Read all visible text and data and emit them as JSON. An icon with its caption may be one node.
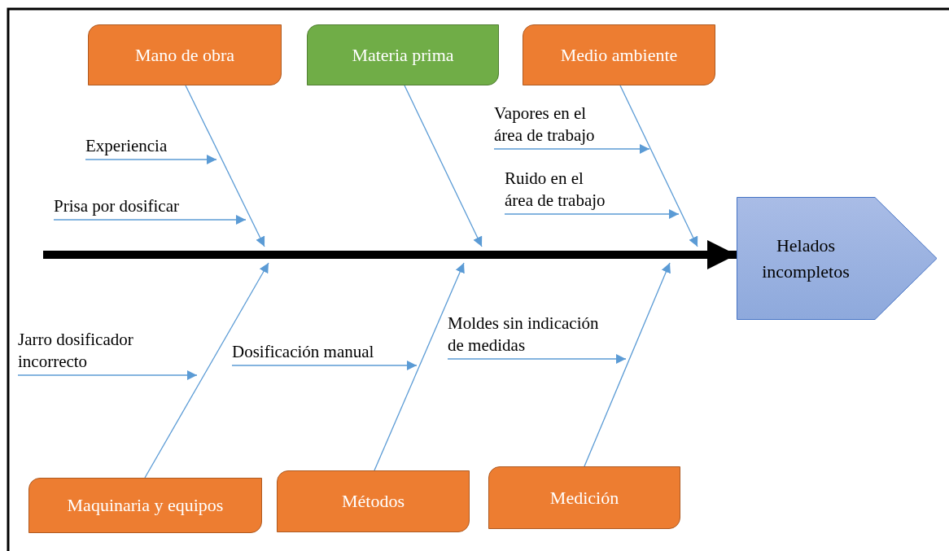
{
  "diagram": {
    "nodes": [
      {
        "text": [
          "Mano de obra"
        ]
      },
      {
        "text": [
          "Materia prima"
        ]
      },
      {
        "text": [
          "Medio ambiente"
        ]
      },
      {
        "text": [
          "Vapores en el área de trabajo"
        ]
      },
      {
        "text": [
          "Experiencia"
        ]
      },
      {
        "text": [
          "Ruido en el área de trabajo"
        ]
      },
      {
        "text": [
          "Prisa por dosificar"
        ]
      },
      {
        "text": [
          "Helados incompletos"
        ]
      },
      {
        "text": [
          "Moldes sin indicación de medidas"
        ]
      },
      {
        "text": [
          "Jarro dosificador incorrecto"
        ]
      },
      {
        "text": [
          "Dosificación manual"
        ]
      },
      {
        "text": [
          "Maquinaria y equipos"
        ]
      },
      {
        "text": [
          "Métodos"
        ]
      },
      {
        "text": [
          "Medición"
        ]
      }
    ],
    "edges": [
      {
        "from": 0,
        "to": null,
        "arrow": "to"
      },
      {
        "from": 1,
        "to": null,
        "arrow": "to"
      },
      {
        "from": 2,
        "to": null,
        "arrow": "to"
      },
      {
        "from": 3,
        "to": null,
        "arrow": "to"
      },
      {
        "from": 4,
        "to": null,
        "arrow": "to"
      },
      {
        "from": 5,
        "to": null,
        "arrow": "to"
      },
      {
        "from": 6,
        "to": null,
        "arrow": "to"
      },
      {
        "from": null,
        "to": 7,
        "arrow": "to",
        "style": "thick",
        "color": "#000000"
      },
      {
        "from": 8,
        "to": null,
        "arrow": "to"
      },
      {
        "from": 9,
        "to": null,
        "arrow": "to"
      },
      {
        "from": 10,
        "to": null,
        "arrow": "to"
      },
      {
        "from": 11,
        "to": null,
        "arrow": "to"
      },
      {
        "from": 12,
        "to": null,
        "arrow": "to"
      },
      {
        "from": 13,
        "to": null,
        "arrow": "to"
      }
    ]
  }
}
